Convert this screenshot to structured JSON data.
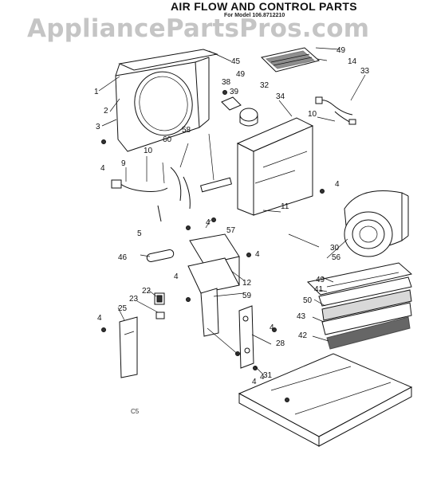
{
  "header": {
    "title": "AIR FLOW AND CONTROL PARTS",
    "model": "For Model 106.8712210"
  },
  "watermark": "AppliancePartsPros.com",
  "footer_code": "C5",
  "callouts": [
    "1",
    "2",
    "3",
    "4",
    "5",
    "9",
    "10",
    "11",
    "12",
    "14",
    "22",
    "23",
    "25",
    "28",
    "30",
    "31",
    "32",
    "33",
    "34",
    "38",
    "39",
    "41",
    "42",
    "43",
    "45",
    "46",
    "49",
    "50",
    "56",
    "57",
    "58",
    "59",
    "60"
  ],
  "colors": {
    "ink": "#111111",
    "watermark": "#969696",
    "background": "#ffffff"
  }
}
